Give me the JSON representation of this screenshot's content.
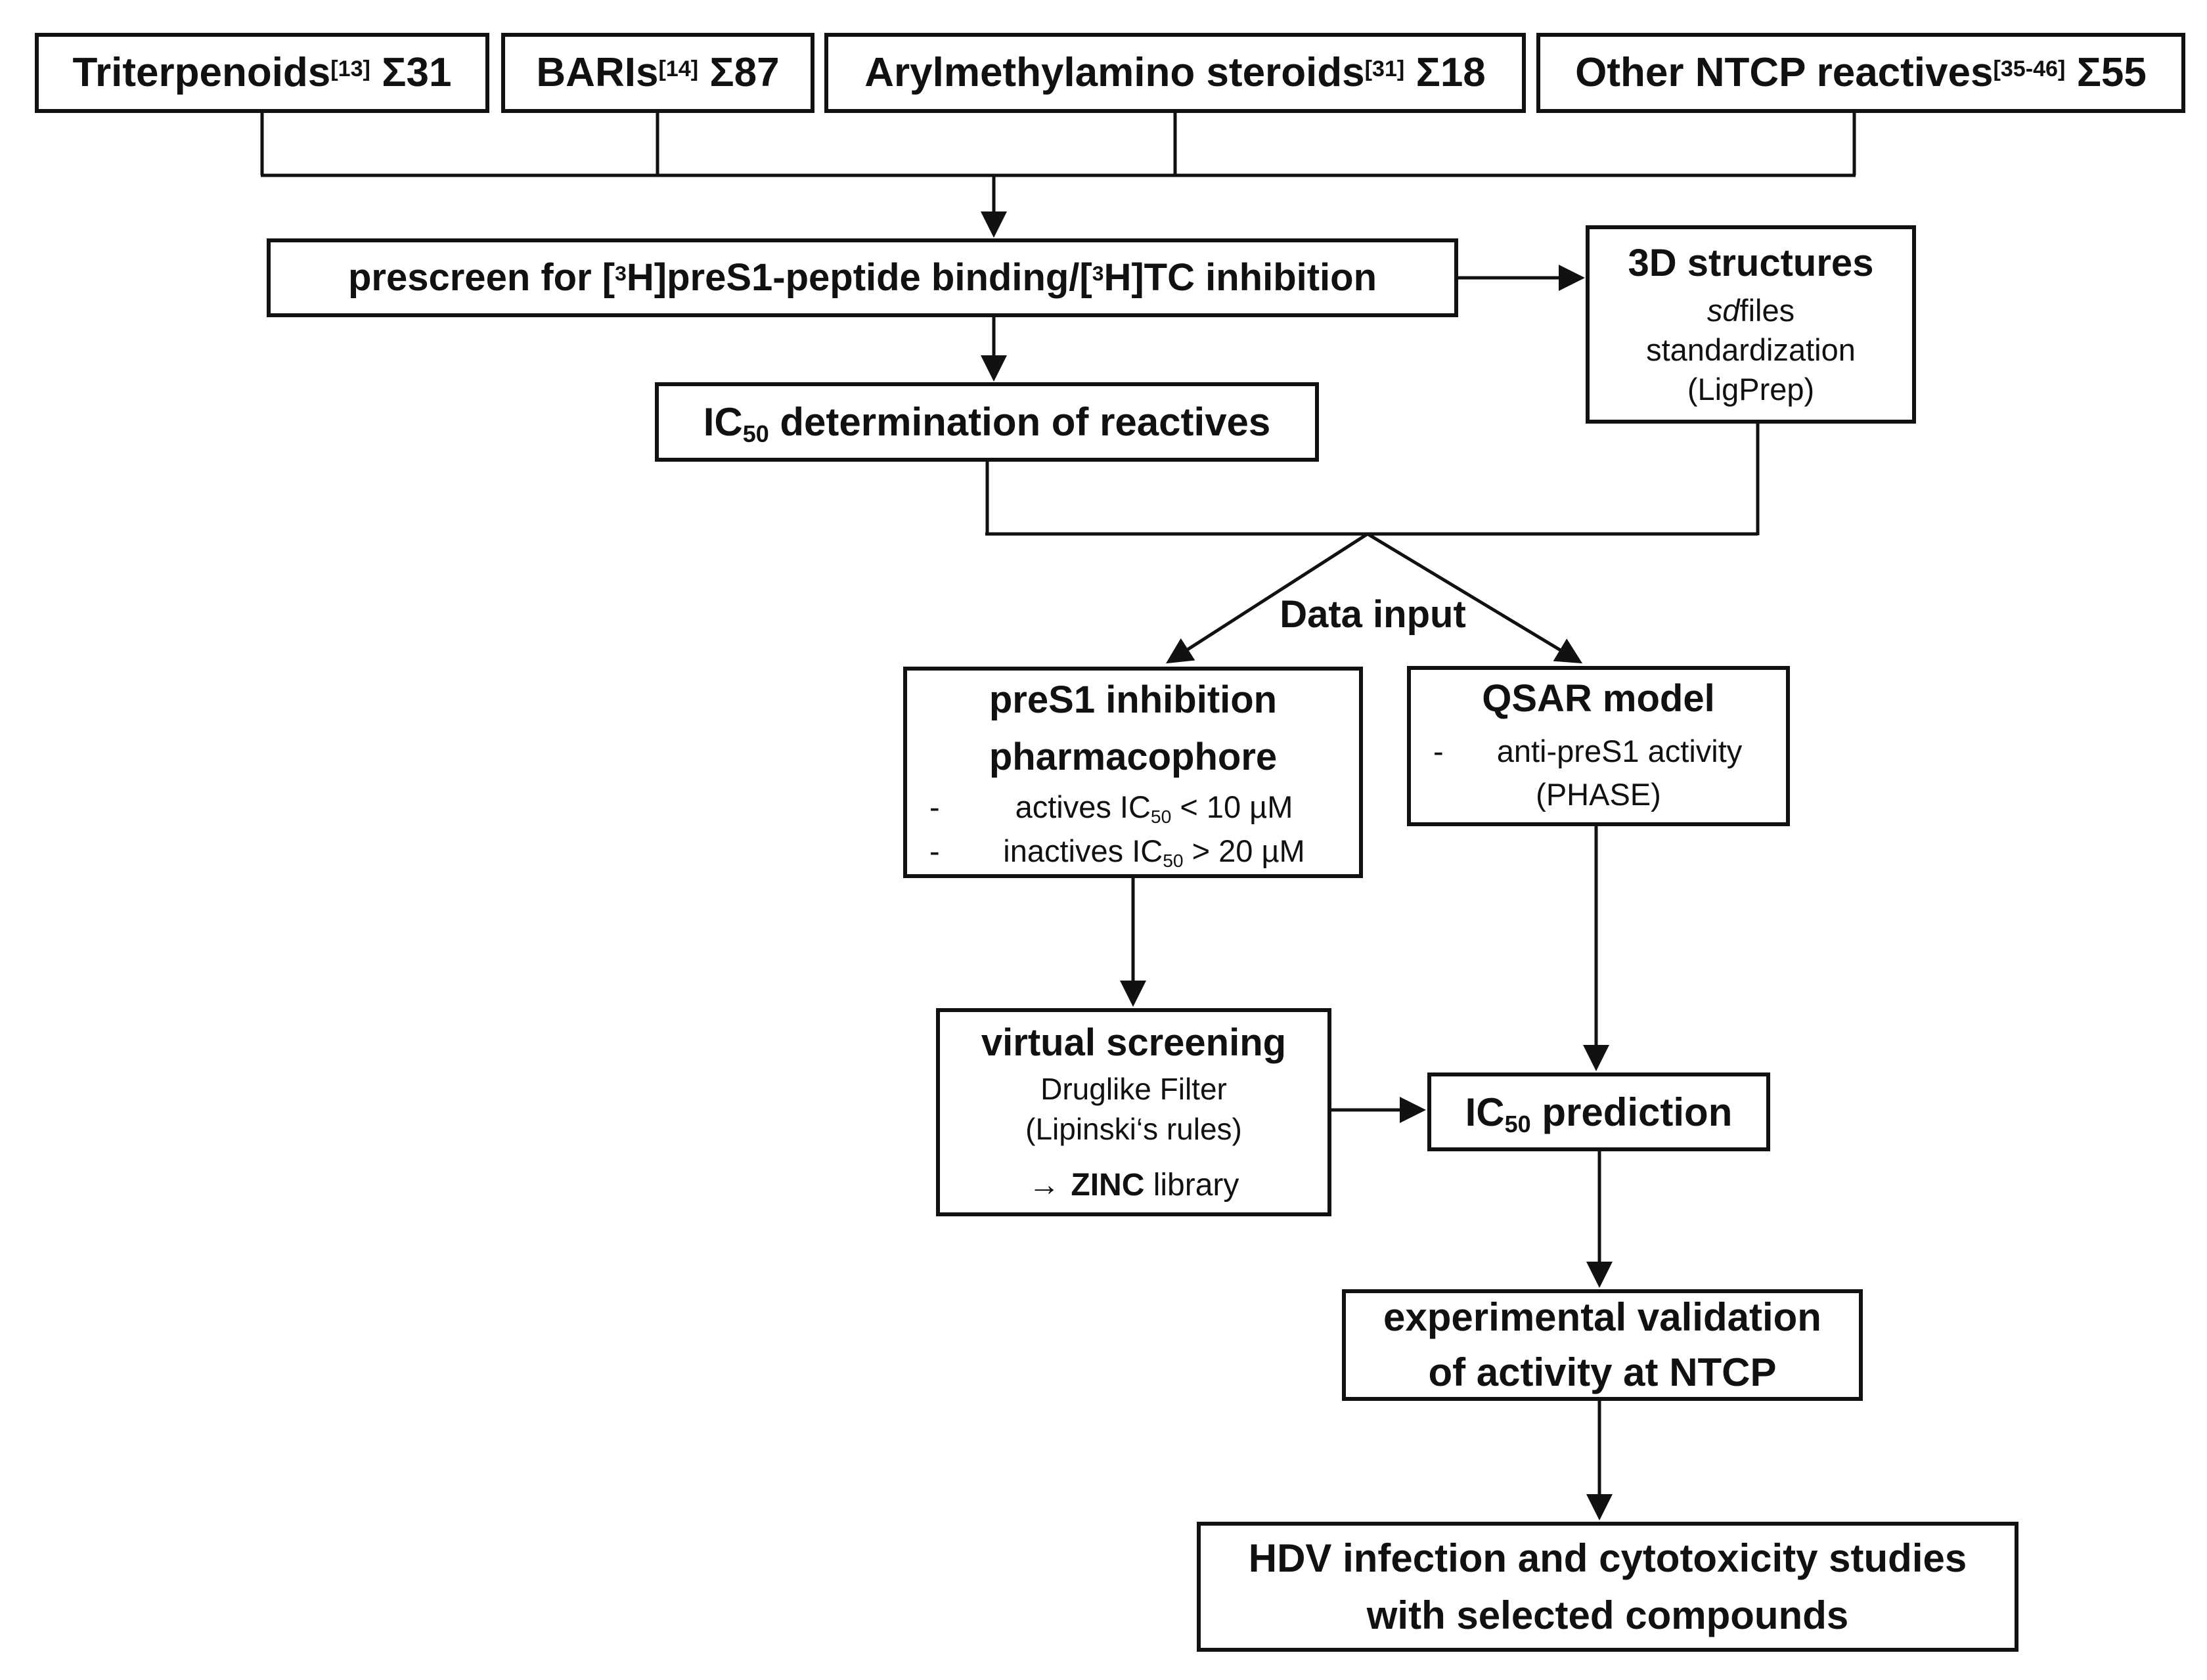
{
  "colors": {
    "line": "#111111",
    "text": "#111111",
    "background": "#ffffff"
  },
  "diagram": {
    "top_row": [
      {
        "name": "Triterpenoids",
        "ref": "[13]",
        "count": "Σ31"
      },
      {
        "name": "BARIs",
        "ref": "[14]",
        "count": "Σ87"
      },
      {
        "name": "Arylmethylamino steroids",
        "ref": "[31]",
        "count": "Σ18"
      },
      {
        "name": "Other NTCP reactives",
        "ref": "[35-46]",
        "count": "Σ55"
      }
    ],
    "prescreen": {
      "part1": "prescreen for [",
      "sup1": "3",
      "part2": "H]preS1-peptide binding/[",
      "sup2": "3",
      "part3": "H]TC inhibition"
    },
    "structures_3d": {
      "title": "3D structures",
      "file_italic": "sd",
      "file_rest": "files",
      "line2": "standardization",
      "line3": "(LigPrep)"
    },
    "ic50_determination": {
      "prefix": "IC",
      "sub": "50",
      "suffix": " determination of reactives"
    },
    "data_input_label": "Data input",
    "pharmacophore": {
      "title_line1": "preS1 inhibition",
      "title_line2": "pharmacophore",
      "bullets": [
        {
          "dash": "-",
          "pre": "actives IC",
          "sub": "50",
          "post": " < 10 µM"
        },
        {
          "dash": "-",
          "pre": "inactives IC",
          "sub": "50",
          "post": " > 20 µM"
        }
      ]
    },
    "qsar": {
      "title": "QSAR model",
      "bullet_dash": "-",
      "bullet_text": "anti-preS1 activity",
      "line2": "(PHASE)"
    },
    "virtual_screening": {
      "title": "virtual screening",
      "line1": "Druglike Filter",
      "line2": "(Lipinski‘s rules)",
      "arrow": "→",
      "zinc_bold": "ZINC",
      "zinc_rest": " library"
    },
    "ic50_prediction": {
      "prefix": "IC",
      "sub": "50",
      "suffix": " prediction"
    },
    "experimental": {
      "line1": "experimental validation",
      "line2": "of activity at NTCP"
    },
    "hdv": {
      "line1": "HDV infection and cytotoxicity studies",
      "line2": "with selected compounds"
    }
  }
}
